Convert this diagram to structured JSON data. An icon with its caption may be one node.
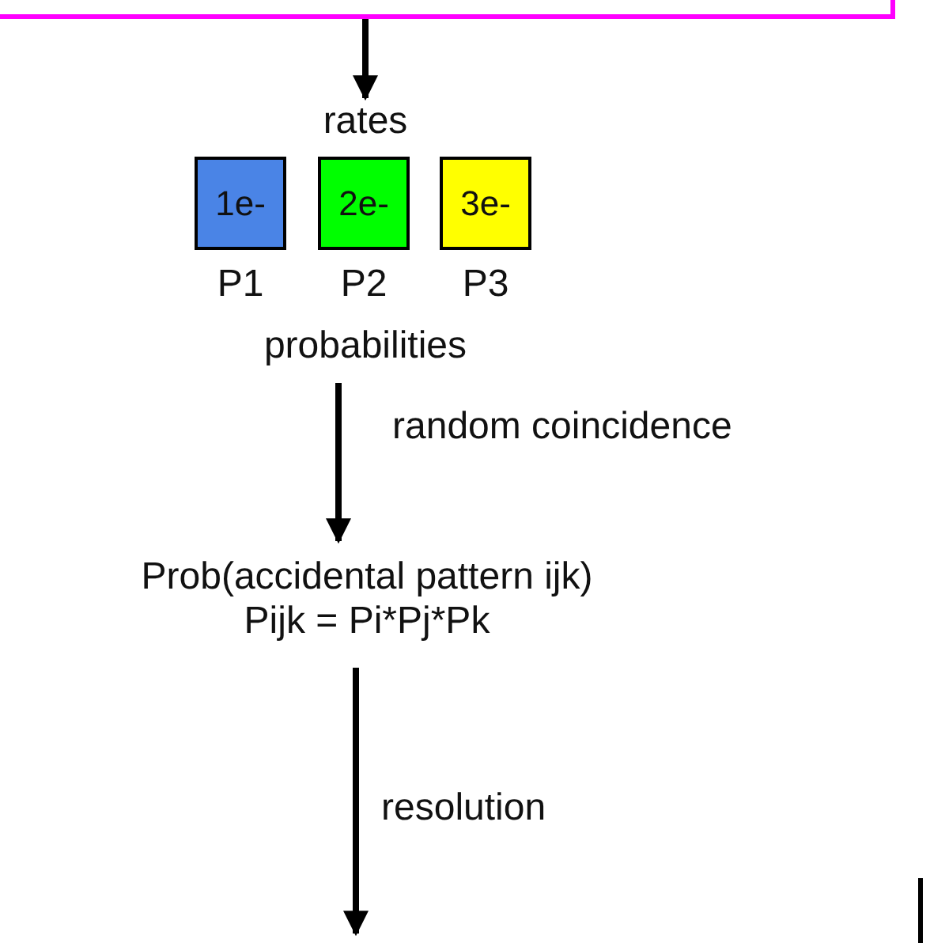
{
  "diagram": {
    "nodes": [
      {
        "text": [],
        "shape": "box"
      },
      {
        "text": [
          "rates"
        ]
      },
      {
        "text": [
          "1e-"
        ],
        "beside": [
          "P1"
        ]
      },
      {
        "text": [
          "2e-"
        ],
        "beside": [
          "P2"
        ]
      },
      {
        "text": [
          "3e-"
        ],
        "beside": [
          "P3"
        ]
      },
      {
        "text": [
          "probabilities"
        ]
      },
      {
        "text": [
          "Prob(accidental pattern ijk)",
          "Pijk = Pi*Pj*Pk"
        ]
      }
    ],
    "edges": [
      {
        "from": 0,
        "to": 1,
        "arrow": "to"
      },
      {
        "from": 5,
        "to": 6,
        "arrow": "to",
        "label": "random coincidence"
      },
      {
        "from": 6,
        "to": null,
        "arrow": "to",
        "label": "resolution"
      }
    ]
  }
}
